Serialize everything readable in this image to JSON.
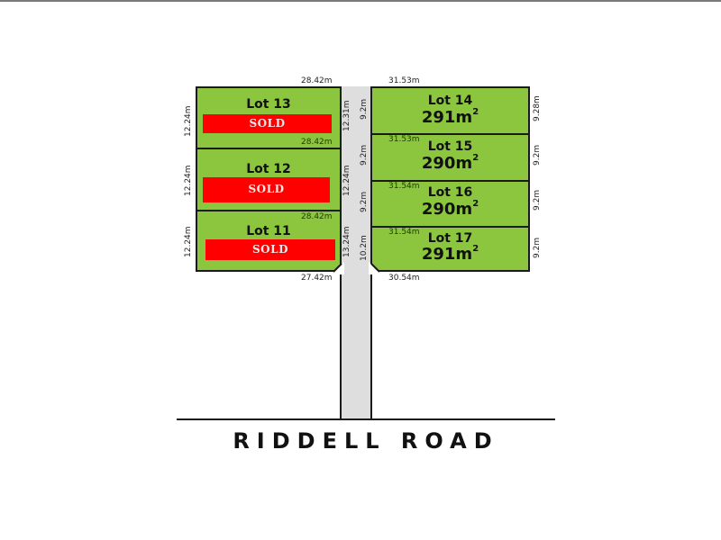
{
  "colors": {
    "lot_fill": "#8cc63f",
    "sold_banner": "#ff0000",
    "access_road": "#dedede",
    "outline": "#1a1a1a"
  },
  "road": {
    "name": "RIDDELL ROAD"
  },
  "lots_left": [
    {
      "title": "Lot 13",
      "status": "SOLD",
      "dims": {
        "top": "28.42m",
        "left": "12.24m",
        "right": "12.31m",
        "bottom": "28.42m"
      }
    },
    {
      "title": "Lot 12",
      "status": "SOLD",
      "dims": {
        "left": "12.24m",
        "right": "12.24m",
        "bottom": "28.42m"
      }
    },
    {
      "title": "Lot 11",
      "status": "SOLD",
      "dims": {
        "left": "12.24m",
        "right": "13.24m",
        "bottom": "27.42m"
      }
    }
  ],
  "lots_right": [
    {
      "title": "Lot 14",
      "area": "291m",
      "area_sup": "2",
      "dims": {
        "top": "31.53m",
        "left": "9.2m",
        "right": "9.28m"
      }
    },
    {
      "title": "Lot 15",
      "area": "290m",
      "area_sup": "2",
      "dims": {
        "top": "31.53m",
        "left": "9.2m",
        "right": "9.2m"
      }
    },
    {
      "title": "Lot 16",
      "area": "290m",
      "area_sup": "2",
      "dims": {
        "top": "31.54m",
        "left": "9.2m",
        "right": "9.2m"
      }
    },
    {
      "title": "Lot 17",
      "area": "291m",
      "area_sup": "2",
      "dims": {
        "top": "31.54m",
        "left": "10.2m",
        "right": "9.2m",
        "bottom": "30.54m"
      }
    }
  ]
}
